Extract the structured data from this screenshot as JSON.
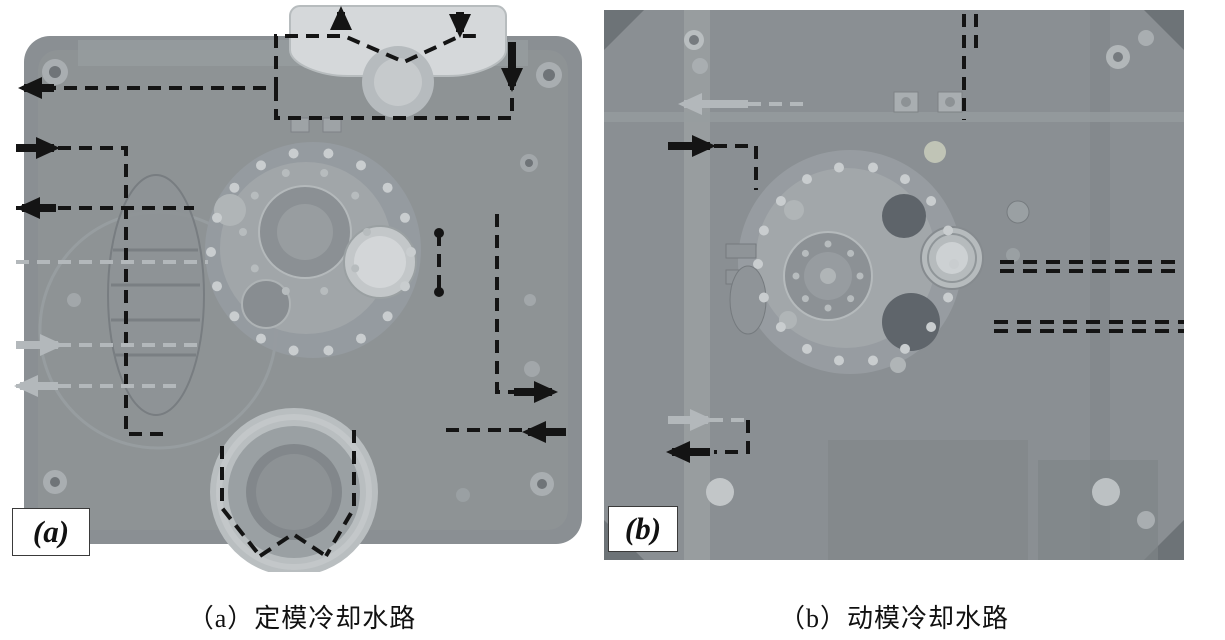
{
  "figure": {
    "panels": [
      {
        "key": "a",
        "label": "(a)",
        "caption": "（a）定模冷却水路"
      },
      {
        "key": "b",
        "label": "(b)",
        "caption": "（b）动模冷却水路"
      }
    ]
  },
  "colors": {
    "plate_gray": "#8a8f93",
    "line_black": "#141414",
    "arrow_gray": "#b3b8bb",
    "background": "#ffffff"
  }
}
